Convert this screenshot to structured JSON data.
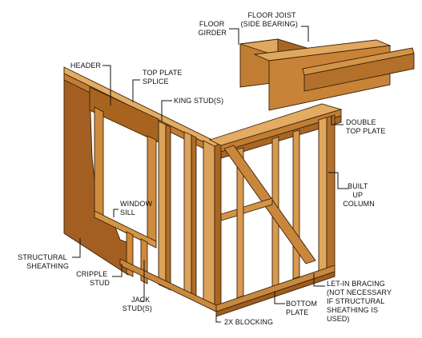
{
  "diagram": {
    "colors": {
      "wood_light": "#d99a4e",
      "wood_mid": "#c27d34",
      "wood_dark": "#8a5418",
      "sheathing": "#a35f22",
      "outline": "#3a2208",
      "text": "#111111"
    },
    "labels": {
      "floor_girder": [
        "FLOOR",
        "GIRDER"
      ],
      "floor_joist": [
        "FLOOR JOIST",
        "(SIDE BEARING)"
      ],
      "header": [
        "HEADER"
      ],
      "top_plate_splice": [
        "TOP PLATE",
        "SPLICE"
      ],
      "king_studs": [
        "KING STUD(S)"
      ],
      "double_top_plate": [
        "DOUBLE",
        "TOP PLATE"
      ],
      "built_up_column": [
        "BUILT",
        "UP",
        "COLUMN"
      ],
      "window_sill": [
        "WINDOW",
        "SILL"
      ],
      "structural_sheathing": [
        "STRUCTURAL",
        "SHEATHING"
      ],
      "cripple_stud": [
        "CRIPPLE",
        "STUD"
      ],
      "jack_studs": [
        "JACK",
        "STUD(S)"
      ],
      "blocking": [
        "2X BLOCKING"
      ],
      "bottom_plate": [
        "BOTTOM",
        "PLATE"
      ],
      "let_in_bracing": [
        "LET-IN BRACING",
        "(NOT NECESSARY",
        "IF STRUCTURAL",
        "SHEATHING IS",
        "USED)"
      ]
    }
  }
}
